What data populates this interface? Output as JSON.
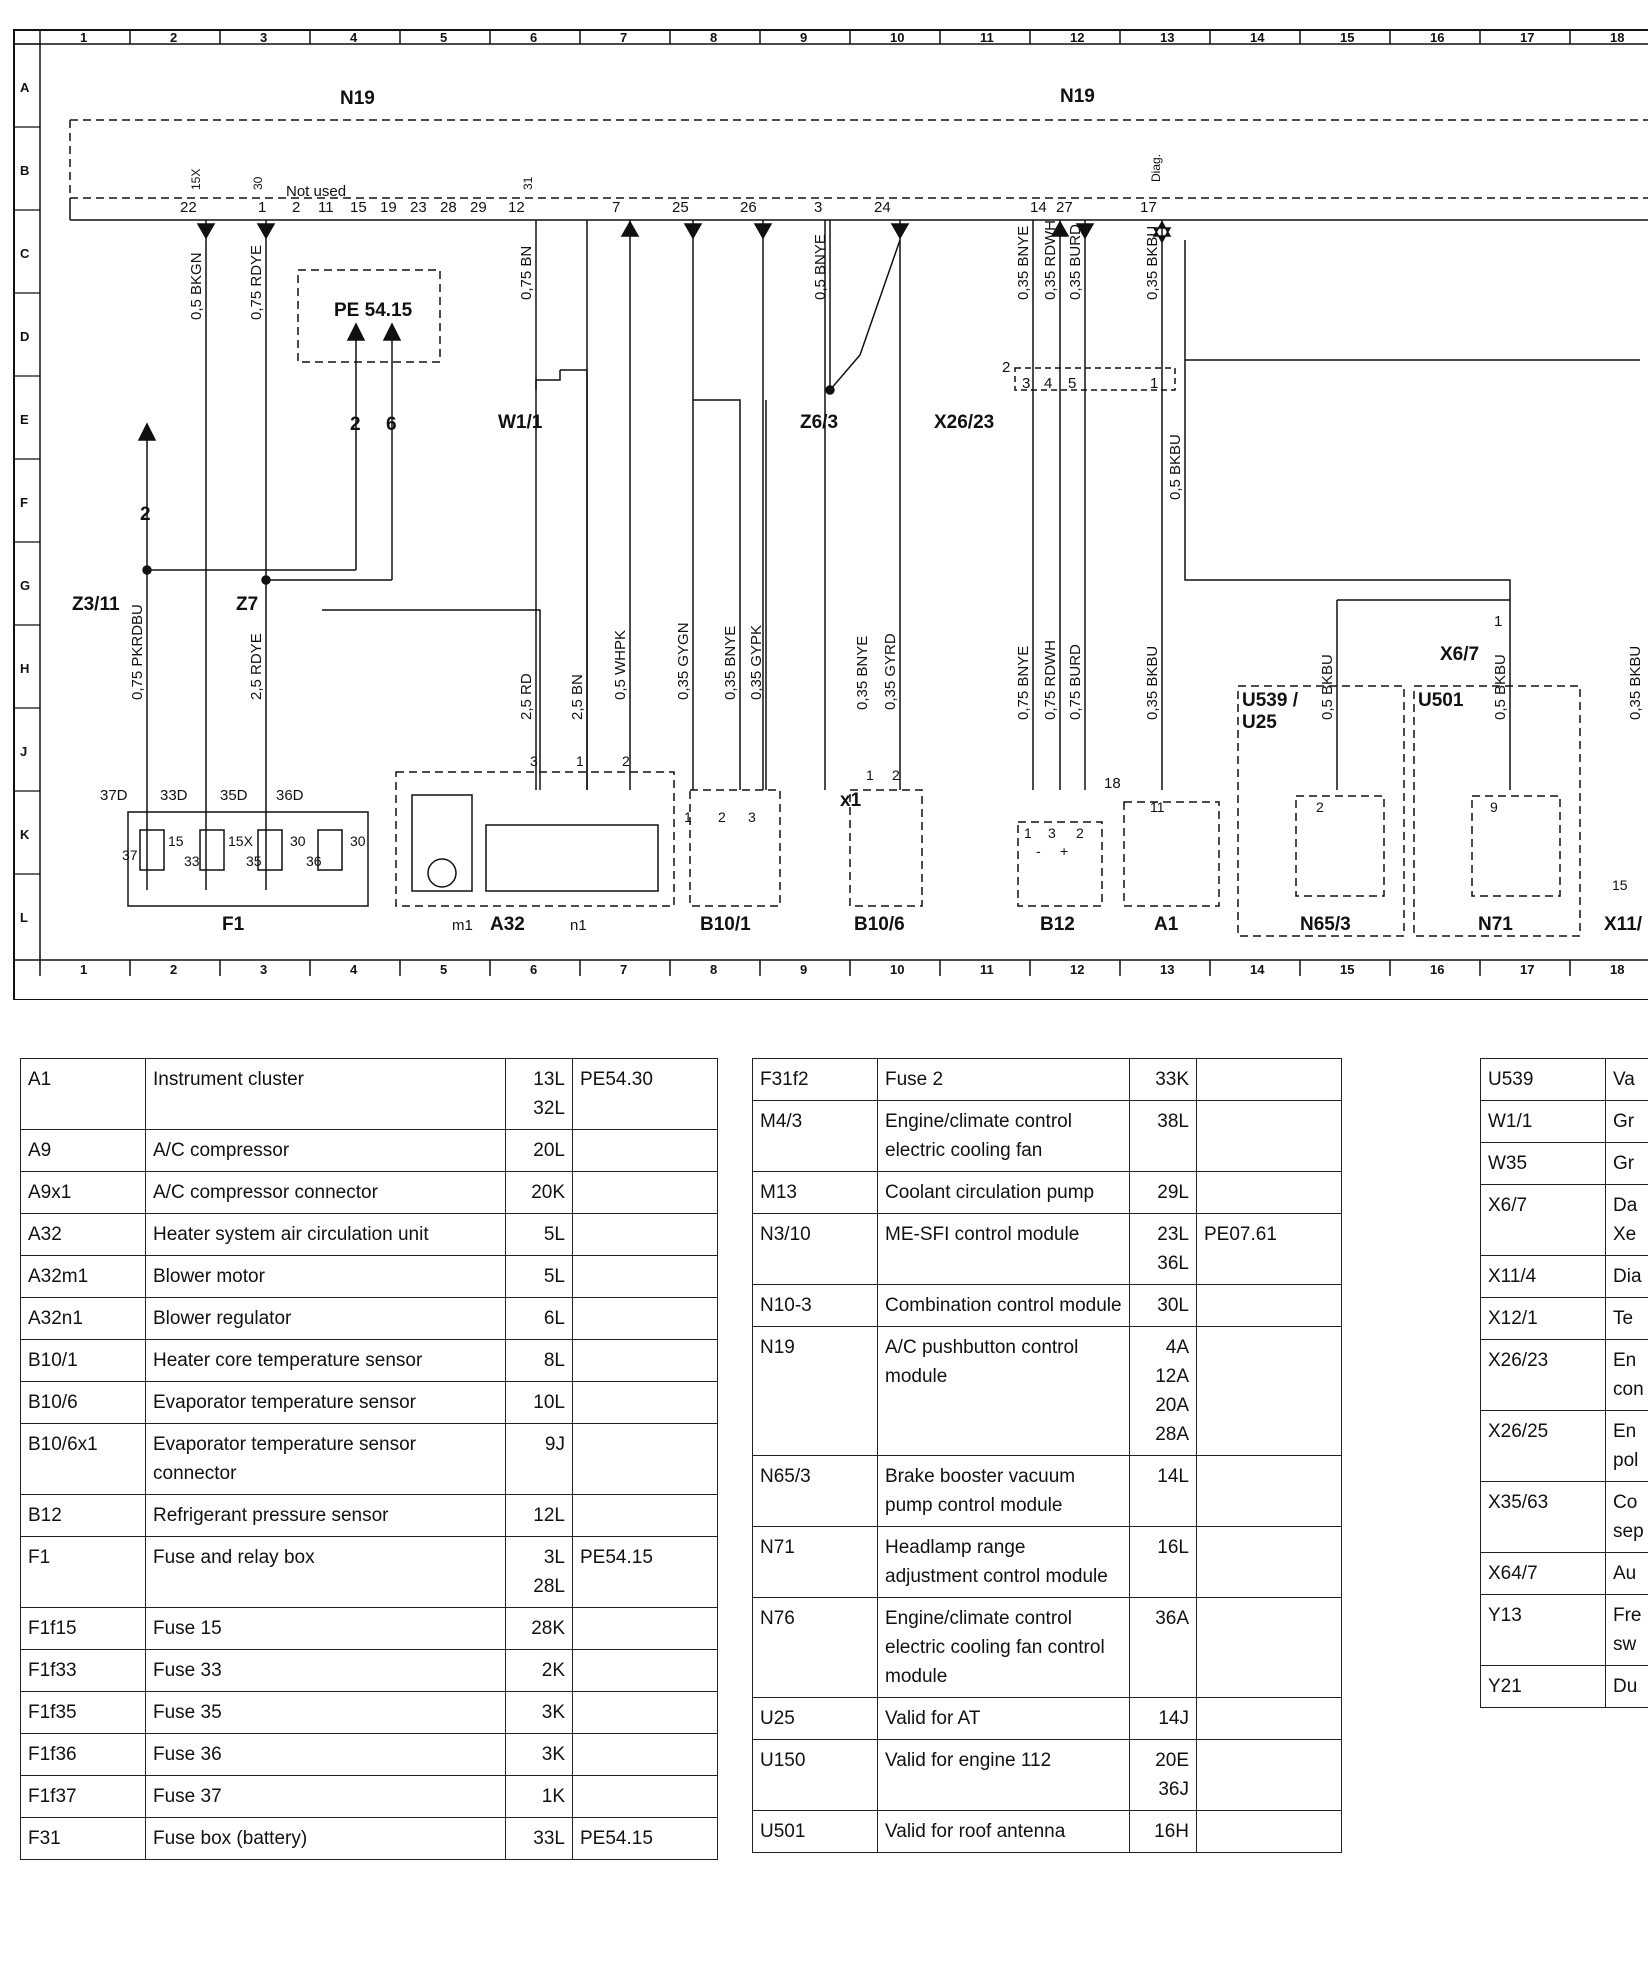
{
  "grid": {
    "columns": [
      "1",
      "2",
      "3",
      "4",
      "5",
      "6",
      "7",
      "8",
      "9",
      "10",
      "11",
      "12",
      "13",
      "14",
      "15",
      "16",
      "17",
      "18"
    ],
    "rows": [
      "A",
      "B",
      "C",
      "D",
      "E",
      "F",
      "G",
      "H",
      "J",
      "K",
      "L"
    ]
  },
  "schematic": {
    "modules": {
      "n19_left": "N19",
      "n19_right": "N19",
      "not_used": "Not used",
      "pe_ref": "PE 54.15"
    },
    "n19_pins": {
      "p22": "22",
      "p1": "1",
      "p2": "2",
      "p11": "11",
      "p15": "15",
      "p19": "19",
      "p23": "23",
      "p28": "28",
      "p29": "29",
      "p12": "12",
      "p7": "7",
      "p25": "25",
      "p26": "26",
      "p3": "3",
      "p24": "24",
      "p14": "14",
      "p27": "27",
      "p17": "17"
    },
    "n19_pin_tags": {
      "t15x": "15X",
      "t30": "30",
      "t31": "31",
      "tdiag": "Diag."
    },
    "wires": {
      "w_bkgn": "0,5 BKGN",
      "w_rdye": "0,75 RDYE",
      "w_bn": "0,75 BN",
      "w_bnye_top": "0,5 BNYE",
      "w_bnye_035": "0,35 BNYE",
      "w_rdwh_035": "0,35 RDWH",
      "w_burd_035": "0,35 BURD",
      "w_bkbu_035": "0,35 BKBU",
      "w_bkbu_05": "0,5 BKBU",
      "w_pkrdbu": "0,75 PKRDBU",
      "w_rdye_25": "2,5 RDYE",
      "w_rd_25": "2,5 RD",
      "w_bn_25": "2,5 BN",
      "w_whpk": "0,5 WHPK",
      "w_gygn": "0,35 GYGN",
      "w_bnye_b10": "0,35 BNYE",
      "w_gypk": "0,35 GYPK",
      "w_bnye_b106": "0,35 BNYE",
      "w_gyrd": "0,35 GYRD",
      "w_bnye_b12": "0,75 BNYE",
      "w_rdwh_b12": "0,75 RDWH",
      "w_burd_b12": "0,75 BURD",
      "w_bkbu_a1": "0,35 BKBU",
      "w_bkbu_u539": "0,5 BKBU",
      "w_bkbu_u501": "0,5 BKBU",
      "w_edge": "0,35 BKBU"
    },
    "refs": {
      "r2": "2",
      "r6": "6",
      "r2b": "2"
    },
    "nodes": {
      "w1_1": "W1/1",
      "z6_3": "Z6/3",
      "x26_23": "X26/23",
      "z3_11": "Z3/11",
      "z7": "Z7",
      "x6_7": "X6/7",
      "x1": "x1",
      "u539": "U539 /",
      "u25": "U25",
      "u501": "U501"
    },
    "x26_pins": {
      "p2": "2",
      "p3": "3",
      "p4": "4",
      "p5": "5",
      "p1": "1"
    },
    "x6_pin": "1",
    "fuse_box": {
      "label": "F1",
      "connectors": [
        "37D",
        "33D",
        "35D",
        "36D"
      ],
      "fuses": [
        "37",
        "15",
        "33",
        "15X",
        "35",
        "30",
        "36",
        "30"
      ]
    },
    "a32": {
      "label": "A32",
      "m1": "m1",
      "n1": "n1",
      "pins": [
        "3",
        "1",
        "2"
      ]
    },
    "b10_1": {
      "label": "B10/1",
      "pins": [
        "1",
        "2",
        "3"
      ]
    },
    "b10_6": {
      "label": "B10/6",
      "pins": [
        "1",
        "2"
      ]
    },
    "b12": {
      "label": "B12",
      "pins": [
        "1",
        "3",
        "2"
      ],
      "signs": [
        "-",
        "+"
      ]
    },
    "a1": {
      "label": "A1",
      "pin": "11",
      "note": "18"
    },
    "n65_3": {
      "label": "N65/3",
      "pin": "2"
    },
    "n71": {
      "label": "N71",
      "pin": "9"
    },
    "x11": {
      "label": "X11/",
      "pin": "15"
    }
  },
  "legend_left": [
    {
      "code": "A1",
      "desc": "Instrument cluster",
      "loc": "13L\n32L",
      "ref": "PE54.30"
    },
    {
      "code": "A9",
      "desc": "A/C compressor",
      "loc": "20L",
      "ref": ""
    },
    {
      "code": "A9x1",
      "desc": "A/C compressor connector",
      "loc": "20K",
      "ref": ""
    },
    {
      "code": "A32",
      "desc": "Heater system air circulation unit",
      "loc": "5L",
      "ref": ""
    },
    {
      "code": "A32m1",
      "desc": "Blower motor",
      "loc": "5L",
      "ref": ""
    },
    {
      "code": "A32n1",
      "desc": "Blower regulator",
      "loc": "6L",
      "ref": ""
    },
    {
      "code": "B10/1",
      "desc": "Heater core temperature sensor",
      "loc": "8L",
      "ref": ""
    },
    {
      "code": "B10/6",
      "desc": "Evaporator temperature sensor",
      "loc": "10L",
      "ref": ""
    },
    {
      "code": "B10/6x1",
      "desc": "Evaporator temperature sensor connector",
      "loc": "9J",
      "ref": ""
    },
    {
      "code": "B12",
      "desc": "Refrigerant pressure sensor",
      "loc": "12L",
      "ref": ""
    },
    {
      "code": "F1",
      "desc": "Fuse and relay box",
      "loc": "3L\n28L",
      "ref": "PE54.15"
    },
    {
      "code": "F1f15",
      "desc": "Fuse 15",
      "loc": "28K",
      "ref": ""
    },
    {
      "code": "F1f33",
      "desc": "Fuse 33",
      "loc": "2K",
      "ref": ""
    },
    {
      "code": "F1f35",
      "desc": "Fuse 35",
      "loc": "3K",
      "ref": ""
    },
    {
      "code": "F1f36",
      "desc": "Fuse 36",
      "loc": "3K",
      "ref": ""
    },
    {
      "code": "F1f37",
      "desc": "Fuse 37",
      "loc": "1K",
      "ref": ""
    },
    {
      "code": "F31",
      "desc": "Fuse box (battery)",
      "loc": "33L",
      "ref": "PE54.15"
    }
  ],
  "legend_mid": [
    {
      "code": "F31f2",
      "desc": "Fuse 2",
      "loc": "33K",
      "ref": ""
    },
    {
      "code": "M4/3",
      "desc": "Engine/climate control electric cooling fan",
      "loc": "38L",
      "ref": ""
    },
    {
      "code": "M13",
      "desc": "Coolant circulation pump",
      "loc": "29L",
      "ref": ""
    },
    {
      "code": "N3/10",
      "desc": "ME-SFI control module",
      "loc": "23L\n36L",
      "ref": "PE07.61"
    },
    {
      "code": "N10-3",
      "desc": "Combination control module",
      "loc": "30L",
      "ref": ""
    },
    {
      "code": "N19",
      "desc": "A/C pushbutton control module",
      "loc": "4A\n12A\n20A\n28A",
      "ref": ""
    },
    {
      "code": "N65/3",
      "desc": "Brake booster vacuum pump control module",
      "loc": "14L",
      "ref": ""
    },
    {
      "code": "N71",
      "desc": "Headlamp range adjustment control module",
      "loc": "16L",
      "ref": ""
    },
    {
      "code": "N76",
      "desc": "Engine/climate control electric cooling fan control module",
      "loc": "36A",
      "ref": ""
    },
    {
      "code": "U25",
      "desc": "Valid for AT",
      "loc": "14J",
      "ref": ""
    },
    {
      "code": "U150",
      "desc": "Valid for engine 112",
      "loc": "20E\n36J",
      "ref": ""
    },
    {
      "code": "U501",
      "desc": "Valid for roof antenna",
      "loc": "16H",
      "ref": ""
    }
  ],
  "legend_right": [
    {
      "code": "U539",
      "desc": "Va"
    },
    {
      "code": "W1/1",
      "desc": "Gr"
    },
    {
      "code": "W35",
      "desc": "Gr"
    },
    {
      "code": "X6/7",
      "desc": "Da\nXe"
    },
    {
      "code": "X11/4",
      "desc": "Dia"
    },
    {
      "code": "X12/1",
      "desc": "Te"
    },
    {
      "code": "X26/23",
      "desc": "En\ncon"
    },
    {
      "code": "X26/25",
      "desc": "En\npol"
    },
    {
      "code": "X35/63",
      "desc": "Co\nsep"
    },
    {
      "code": "X64/7",
      "desc": "Au"
    },
    {
      "code": "Y13",
      "desc": "Fre\nsw"
    },
    {
      "code": "Y21",
      "desc": "Du"
    }
  ]
}
